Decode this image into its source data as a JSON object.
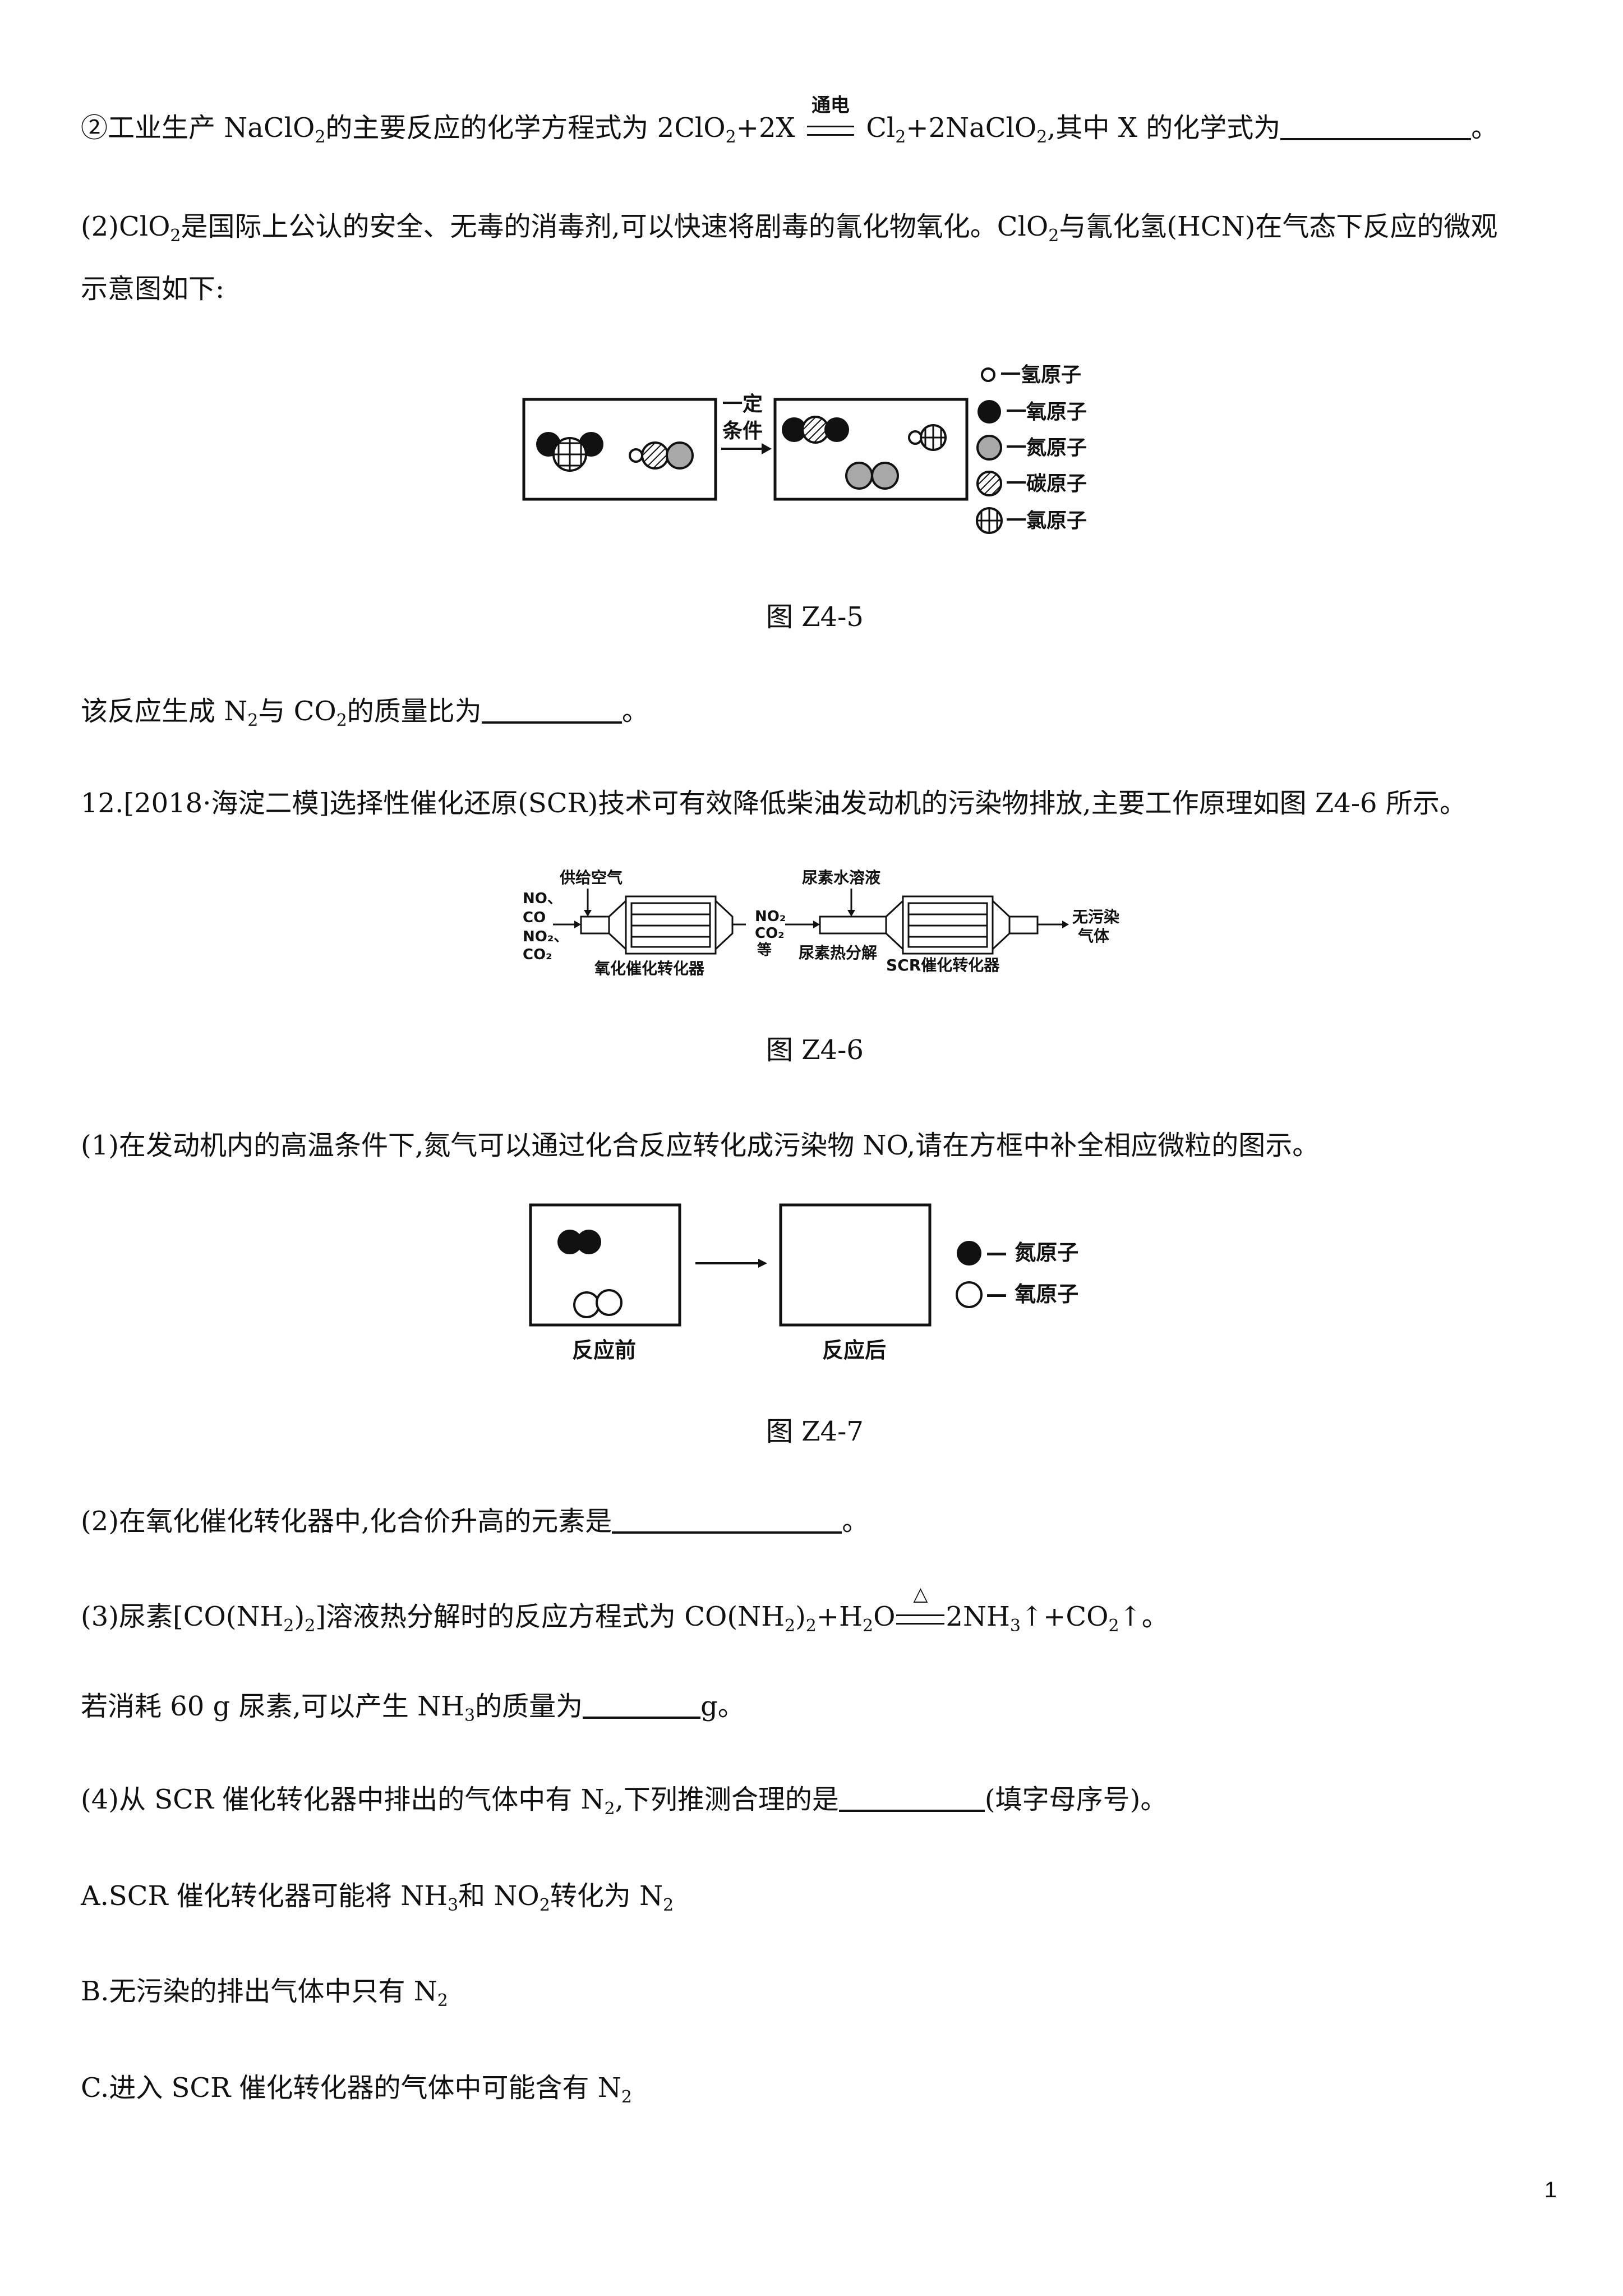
{
  "q11_2_line": {
    "prefix": "②工业生产 NaClO",
    "mid": "的主要反应的化学方程式为 2ClO",
    "mid2": "+2X",
    "condition": "通电",
    "after1": "Cl",
    "after2": "+2NaClO",
    "after3": ",其中 X 的化学式为",
    "end": "。"
  },
  "q11_part2": {
    "line1_a": "(2)ClO",
    "line1_b": "是国际上公认的安全、无毒的消毒剂,可以快速将剧毒的氰化物氧化。ClO",
    "line1_c": "与氰化氢(HCN)在气态下反应的微观",
    "line2": "示意图如下:"
  },
  "fig_z4_5": {
    "caption": "图 Z4-5",
    "arrow_label_1": "一定",
    "arrow_label_2": "条件",
    "legend": [
      "一氢原子",
      "一氧原子",
      "一氮原子",
      "一碳原子",
      "一氯原子"
    ]
  },
  "q11_mass_line": {
    "a": "该反应生成 N",
    "b": "与 CO",
    "c": "的质量比为",
    "end": "。"
  },
  "q12_intro": "12.[2018·海淀二模]选择性催化还原(SCR)技术可有效降低柴油发动机的污染物排放,主要工作原理如图 Z4-6 所示。",
  "fig_z4_6": {
    "caption": "图 Z4-6",
    "inputs": [
      "NO、",
      "CO",
      "NO₂、",
      "CO₂"
    ],
    "air_label": "供给空气",
    "oxid_label": "氧化催化转化器",
    "mid_gases": [
      "NO₂",
      "CO₂",
      "等"
    ],
    "urea_label": "尿素水溶液",
    "heat_label": "尿素热分解",
    "scr_label": "SCR催化转化器",
    "output_1": "无污染",
    "output_2": "气体"
  },
  "q12_1": "(1)在发动机内的高温条件下,氮气可以通过化合反应转化成污染物 NO,请在方框中补全相应微粒的图示。",
  "fig_z4_7": {
    "caption": "图 Z4-7",
    "before": "反应前",
    "after": "反应后",
    "legend": [
      "— 氮原子",
      "— 氧原子"
    ]
  },
  "q12_2": {
    "text": "(2)在氧化催化转化器中,化合价升高的元素是",
    "end": "。"
  },
  "q12_3": {
    "a": "(3)尿素[CO(NH",
    "b": ")",
    "c": "]溶液热分解时的反应方程式为 CO(NH",
    "d": ")",
    "e": "+H",
    "f": "O",
    "condition": "△",
    "g": "2NH",
    "h": "↑+CO",
    "i": "↑。"
  },
  "q12_3b": {
    "a": "若消耗 60 g 尿素,可以产生 NH",
    "b": "的质量为",
    "c": "g。"
  },
  "q12_4": {
    "a": "(4)从 SCR 催化转化器中排出的气体中有 N",
    "b": ",下列推测合理的是",
    "c": "(填字母序号)。"
  },
  "options": {
    "A_a": "A.SCR 催化转化器可能将 NH",
    "A_b": "和 NO",
    "A_c": "转化为 N",
    "B_a": "B.无污染的排出气体中只有 N",
    "C_a": "C.进入 SCR 催化转化器的气体中可能含有 N"
  },
  "page_number": "1"
}
